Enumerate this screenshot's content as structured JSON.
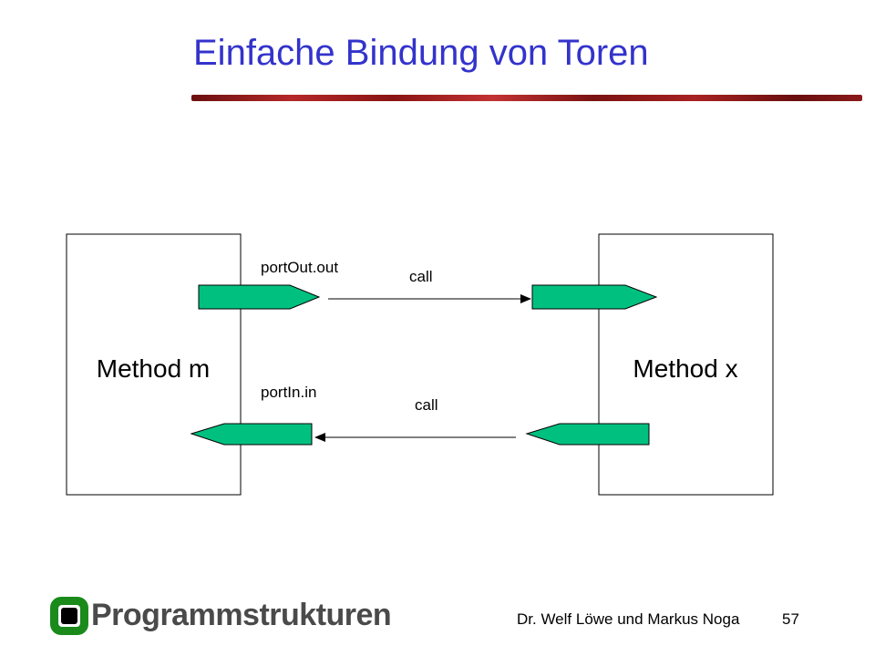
{
  "slide": {
    "title": "Einfache Bindung von Toren",
    "page_number": "57",
    "author": "Dr. Welf Löwe und Markus Noga"
  },
  "logo": {
    "text": "Programmstrukturen",
    "icon": "rounded-square-logo-icon",
    "color": "#1a8a1a"
  },
  "diagram": {
    "boxes": {
      "left": "Method m",
      "right": "Method x"
    },
    "port_labels": {
      "top": "portOut.out",
      "bottom": "portIn.in"
    },
    "arrow_labels": {
      "top": "call",
      "bottom": "call"
    },
    "colors": {
      "port_fill": "#00c080",
      "title": "#3333cc",
      "rule": "#9b1c1c"
    }
  }
}
